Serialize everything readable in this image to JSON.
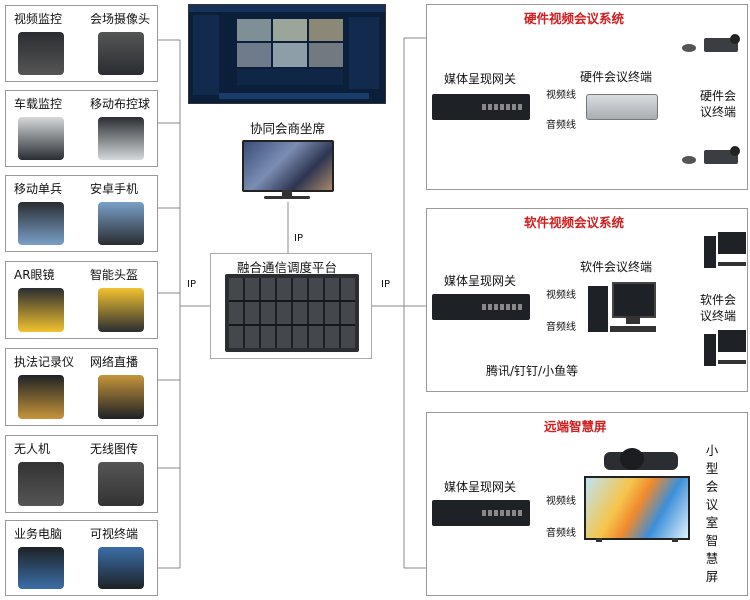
{
  "colors": {
    "title_red": "#d21f1f",
    "line": "#888888",
    "device_dark": "#1e2226"
  },
  "left_devices": [
    {
      "left": "视频监控",
      "right": "会场摄像头"
    },
    {
      "left": "车载监控",
      "right": "移动布控球"
    },
    {
      "left": "移动单兵",
      "right": "安卓手机"
    },
    {
      "left": "AR眼镜",
      "right": "智能头盔"
    },
    {
      "left": "执法记录仪",
      "right": "网络直播"
    },
    {
      "left": "无人机",
      "right": "无线图传"
    },
    {
      "left": "业务电脑",
      "right": "可视终端"
    }
  ],
  "center": {
    "cowork_seat": "协同会商坐席",
    "platform": "融合通信调度平台",
    "ip_top": "IP",
    "ip_left": "IP",
    "ip_right": "IP"
  },
  "hardware": {
    "title": "硬件视频会议系统",
    "gateway": "媒体呈现网关",
    "terminal": "硬件会议终端",
    "video_line": "视频线",
    "audio_line": "音频线",
    "remote_terminals": "硬件会议终端"
  },
  "software": {
    "title": "软件视频会议系统",
    "gateway": "媒体呈现网关",
    "terminal": "软件会议终端",
    "video_line": "视频线",
    "audio_line": "音频线",
    "remote_terminals": "软件会议终端",
    "apps": "腾讯/钉钉/小鱼等"
  },
  "smart": {
    "title": "远端智慧屏",
    "gateway": "媒体呈现网关",
    "video_line": "视频线",
    "audio_line": "音频线",
    "vertical_label": "小型会议室智慧屏"
  }
}
